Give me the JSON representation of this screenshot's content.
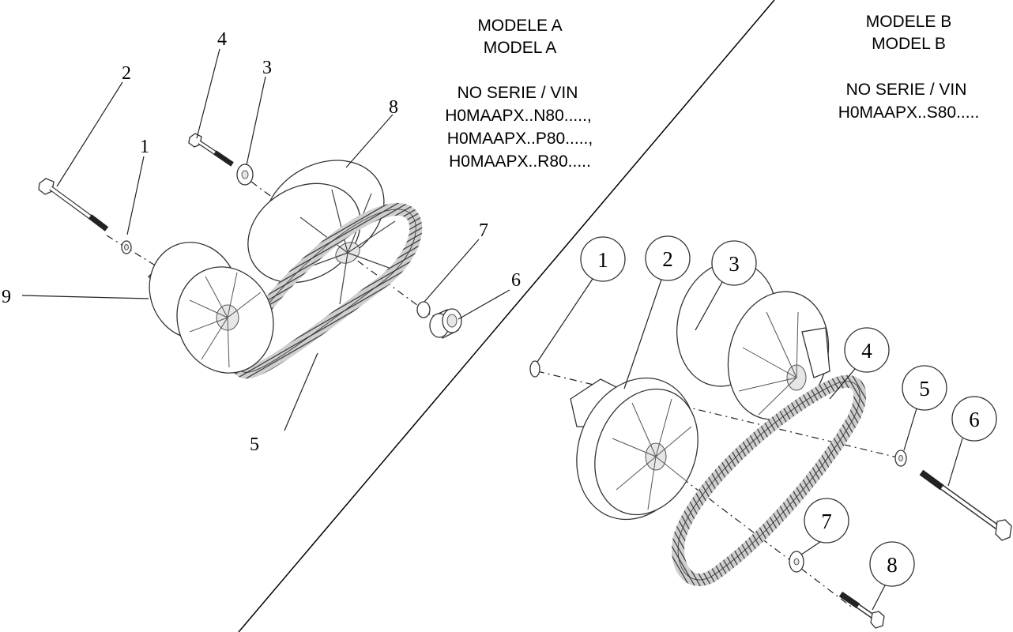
{
  "model_a": {
    "title_fr": "MODELE A",
    "title_en": "MODEL A",
    "serial_label": "NO SERIE / VIN",
    "vins": [
      "H0MAAPX..N80.....,",
      "H0MAAPX..P80.....,",
      "H0MAAPX..R80....."
    ]
  },
  "model_b": {
    "title_fr": "MODELE B",
    "title_en": "MODEL B",
    "serial_label": "NO SERIE / VIN",
    "vins": [
      "H0MAAPX..S80....."
    ]
  },
  "callouts_a": [
    "1",
    "2",
    "3",
    "4",
    "5",
    "6",
    "7",
    "8",
    "9"
  ],
  "callouts_b": [
    "1",
    "2",
    "3",
    "4",
    "5",
    "6",
    "7",
    "8"
  ]
}
